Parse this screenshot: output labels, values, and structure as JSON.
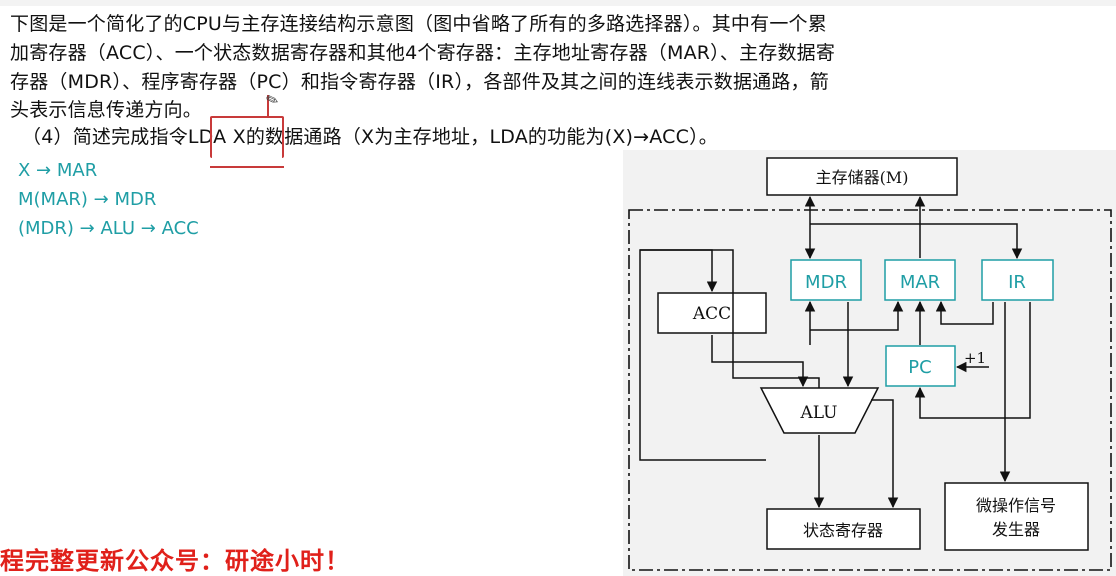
{
  "question": {
    "line1": "下图是一个简化了的CPU与主存连接结构示意图（图中省略了所有的多路选择器）。其中有一个累",
    "line2": "加寄存器（ACC）、一个状态数据寄存器和其他4个寄存器：主存地址寄存器（MAR）、主存数据寄",
    "line3": "存器（MDR）、程序寄存器（PC）和指令寄存器（IR），各部件及其之间的连线表示数据通路，箭",
    "line4": "头表示信息传递方向。",
    "line5": "（4）简述完成指令LDA X的数据通路（X为主存地址，LDA的功能为(X)→ACC）。"
  },
  "answer": {
    "step1": "X → MAR",
    "step2": "M(MAR) → MDR",
    "step3": "(MDR) → ALU → ACC"
  },
  "diagram": {
    "memory": "主存储器(M)",
    "mdr": "MDR",
    "mar": "MAR",
    "ir": "IR",
    "acc": "ACC",
    "pc": "PC",
    "pc_inc": "+1",
    "alu": "ALU",
    "status": "状态寄存器",
    "micro_line1": "微操作信号",
    "micro_line2": "发生器"
  },
  "watermark": "程完整更新公众号：研途小时！",
  "colors": {
    "teal": "#1f9ea5",
    "red": "#e0201a",
    "highlight_red": "#c83a3a",
    "line": "#111111"
  }
}
